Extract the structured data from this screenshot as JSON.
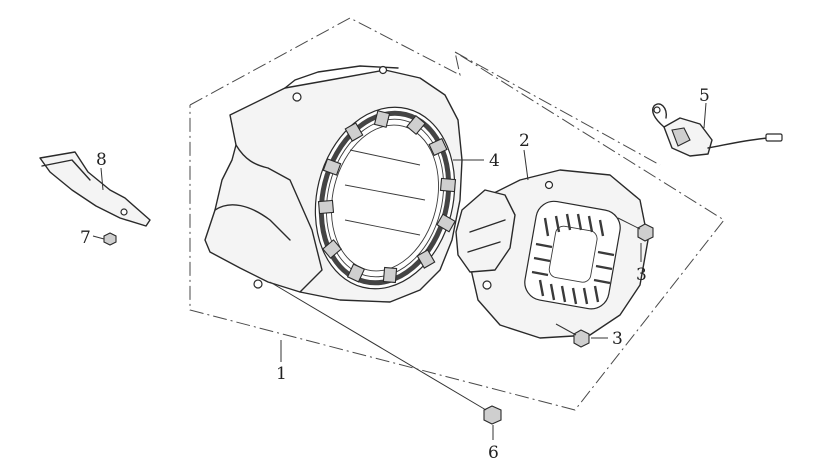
{
  "diagram": {
    "type": "exploded-parts-diagram",
    "callouts": {
      "c1": "1",
      "c2": "2",
      "c3a": "3",
      "c3b": "3",
      "c4": "4",
      "c5": "5",
      "c6": "6",
      "c7": "7",
      "c8": "8"
    }
  },
  "colors": {
    "line": "#2a2a2a",
    "fill": "#f4f4f4",
    "background": "#ffffff"
  }
}
